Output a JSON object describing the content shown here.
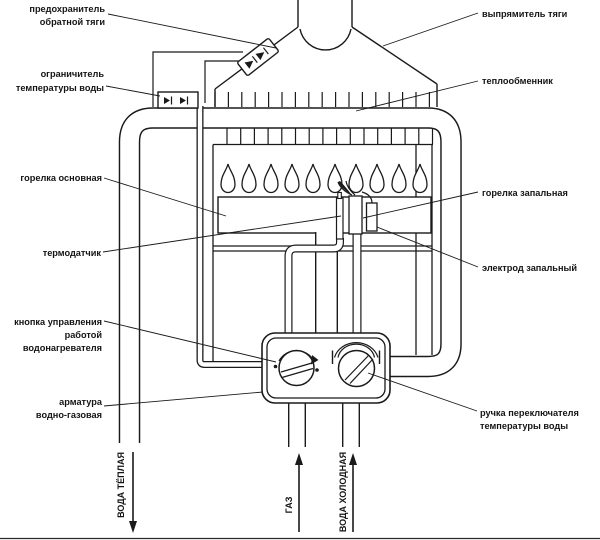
{
  "diagram": {
    "kind": "gas-water-heater-schematic",
    "colors": {
      "ink": "#1a1a1a",
      "paper": "#ffffff"
    },
    "labels": {
      "fuse": {
        "line1": "предохранитель",
        "line2": "обратной тяги"
      },
      "draft": {
        "line1": "выпрямитель тяги"
      },
      "limiter": {
        "line1": "ограничитель",
        "line2": "температуры воды"
      },
      "heat_exchanger": {
        "line1": "теплообменник"
      },
      "main_burner": {
        "line1": "горелка основная"
      },
      "pilot_burner": {
        "line1": "горелка запальная"
      },
      "thermo_sensor": {
        "line1": "термодатчик"
      },
      "electrode": {
        "line1": "электрод запальный"
      },
      "control_knob": {
        "line1": "кнопка управления",
        "line2": "работой",
        "line3": "водонагревателя"
      },
      "valve_unit": {
        "line1": "арматура",
        "line2": "водно-газовая"
      },
      "temp_knob": {
        "line1": "ручка переключателя",
        "line2": "температуры воды"
      },
      "warm_water": "ВОДА ТЁПЛАЯ",
      "gas": "ГАЗ",
      "cold_water": "ВОДА ХОЛОДНАЯ"
    }
  }
}
